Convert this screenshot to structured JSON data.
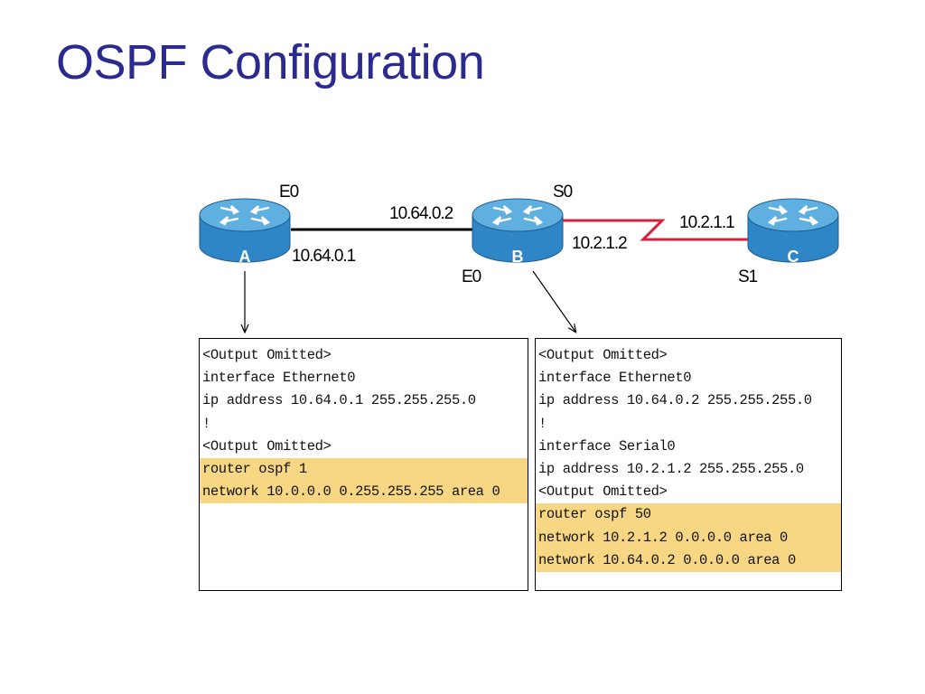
{
  "title": "OSPF Configuration",
  "colors": {
    "title": "#2b2b8f",
    "router_body": "#2f86c6",
    "router_top": "#5fb0e0",
    "ethernet_link": "#000000",
    "serial_link": "#d4203c",
    "highlight": "#f7d783"
  },
  "routers": [
    {
      "name": "A",
      "icon": "router-icon"
    },
    {
      "name": "B",
      "icon": "router-icon"
    },
    {
      "name": "C",
      "icon": "router-icon"
    }
  ],
  "labels": {
    "a_e0": "E0",
    "a_ip": "10.64.0.1",
    "b_e0_ip": "10.64.0.2",
    "b_s0": "S0",
    "b_e0": "E0",
    "b_s0_ip": "10.2.1.2",
    "c_s1_ip": "10.2.1.1",
    "c_s1": "S1"
  },
  "configs": {
    "router_a": {
      "lines": [
        {
          "text": "<Output Omitted>",
          "highlight": false
        },
        {
          "text": "interface Ethernet0",
          "highlight": false
        },
        {
          "text": "ip address 10.64.0.1 255.255.255.0",
          "highlight": false
        },
        {
          "text": "!",
          "highlight": false
        },
        {
          "text": "<Output Omitted>",
          "highlight": false
        },
        {
          "text": "router ospf 1",
          "highlight": true
        },
        {
          "text": "network 10.0.0.0 0.255.255.255 area 0",
          "highlight": true
        }
      ]
    },
    "router_b": {
      "lines": [
        {
          "text": "<Output Omitted>",
          "highlight": false
        },
        {
          "text": "interface Ethernet0",
          "highlight": false
        },
        {
          "text": "ip address 10.64.0.2 255.255.255.0",
          "highlight": false
        },
        {
          "text": "!",
          "highlight": false
        },
        {
          "text": "interface Serial0",
          "highlight": false
        },
        {
          "text": "ip address 10.2.1.2 255.255.255.0",
          "highlight": false
        },
        {
          "text": "<Output Omitted>",
          "highlight": false
        },
        {
          "text": "router ospf 50",
          "highlight": true
        },
        {
          "text": "network 10.2.1.2 0.0.0.0 area 0",
          "highlight": true
        },
        {
          "text": "network 10.64.0.2 0.0.0.0 area 0",
          "highlight": true
        }
      ]
    }
  }
}
